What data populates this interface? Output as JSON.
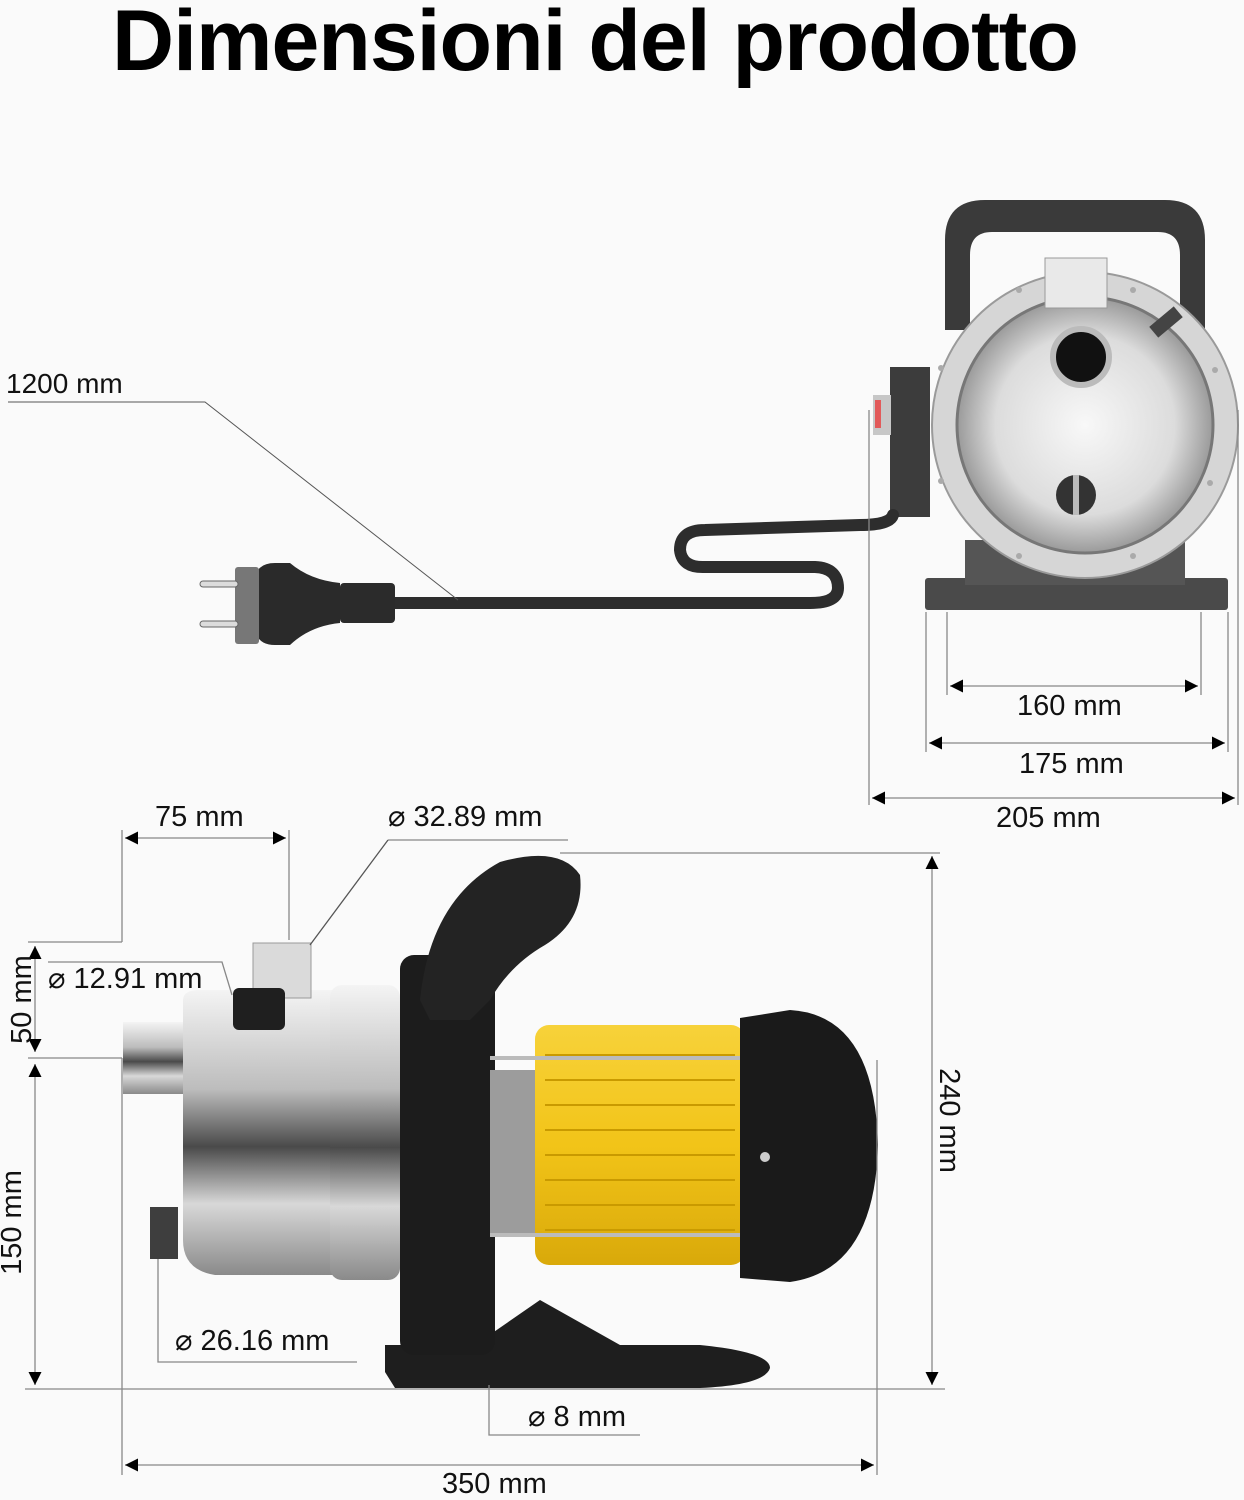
{
  "title": "Dimensioni del prodotto",
  "colors": {
    "background": "#fafafa",
    "text": "#111111",
    "dimension_line": "#777777",
    "motor_yellow": "#f2c418",
    "housing_black": "#1c1c1c",
    "steel": "#bdbdbd"
  },
  "front_view": {
    "cable_length": "1200 mm",
    "base_inner_width": "160 mm",
    "base_outer_width": "175 mm",
    "total_width": "205 mm"
  },
  "side_view": {
    "outlet_offset": "75 mm",
    "outlet_diameter": "⌀ 32.89 mm",
    "drain_diameter": "⌀ 12.91 mm",
    "upper_height": "50 mm",
    "inlet_height": "150 mm",
    "inlet_diameter": "⌀ 26.16 mm",
    "mount_hole_diameter": "⌀ 8 mm",
    "total_height": "240 mm",
    "total_length": "350 mm"
  }
}
